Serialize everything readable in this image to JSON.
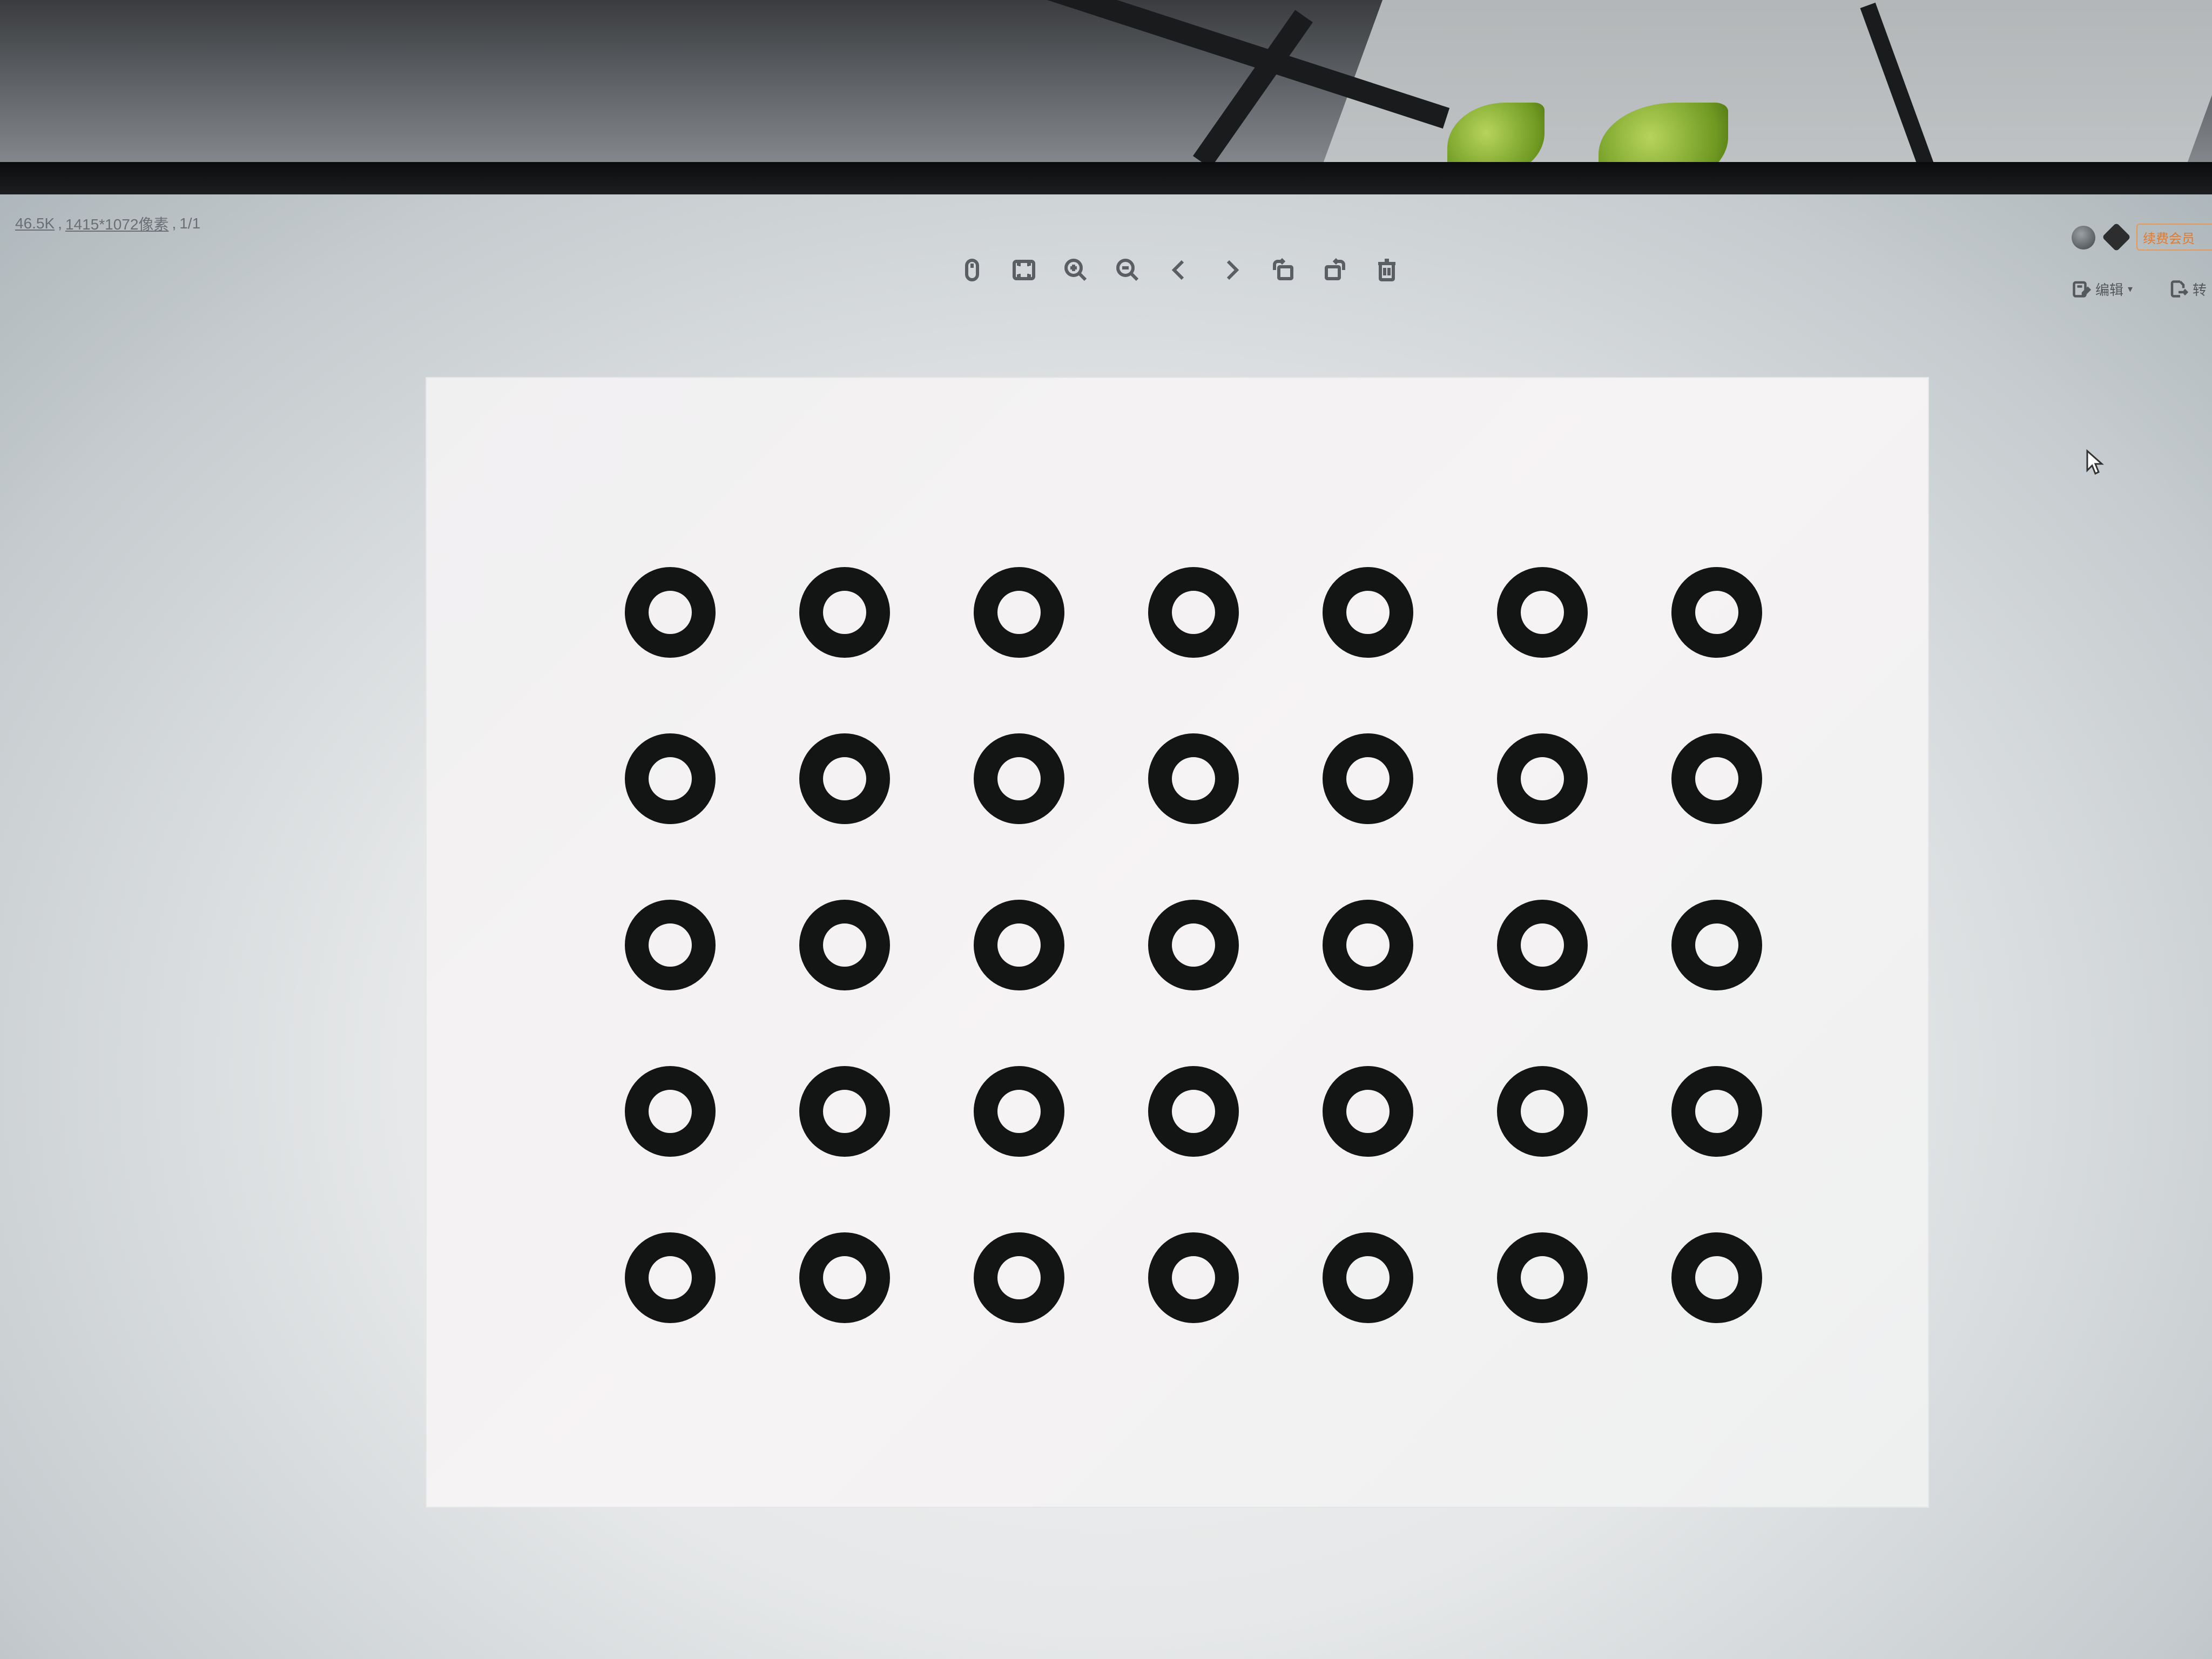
{
  "viewer": {
    "file_size": "46.5K",
    "dimensions": "1415*1072像素",
    "page": "1/1"
  },
  "toolbar": {
    "buttons": [
      {
        "name": "mouse-mode-icon"
      },
      {
        "name": "fit-to-window-icon"
      },
      {
        "name": "zoom-in-icon"
      },
      {
        "name": "zoom-out-icon"
      },
      {
        "name": "previous-icon"
      },
      {
        "name": "next-icon"
      },
      {
        "name": "rotate-left-icon"
      },
      {
        "name": "rotate-right-icon"
      },
      {
        "name": "delete-icon"
      }
    ]
  },
  "header_right": {
    "vip_label": "续费会员",
    "edit_label": "编辑",
    "convert_label": "转"
  },
  "image": {
    "rows": 5,
    "columns": 7,
    "ring_color": "#131414"
  }
}
